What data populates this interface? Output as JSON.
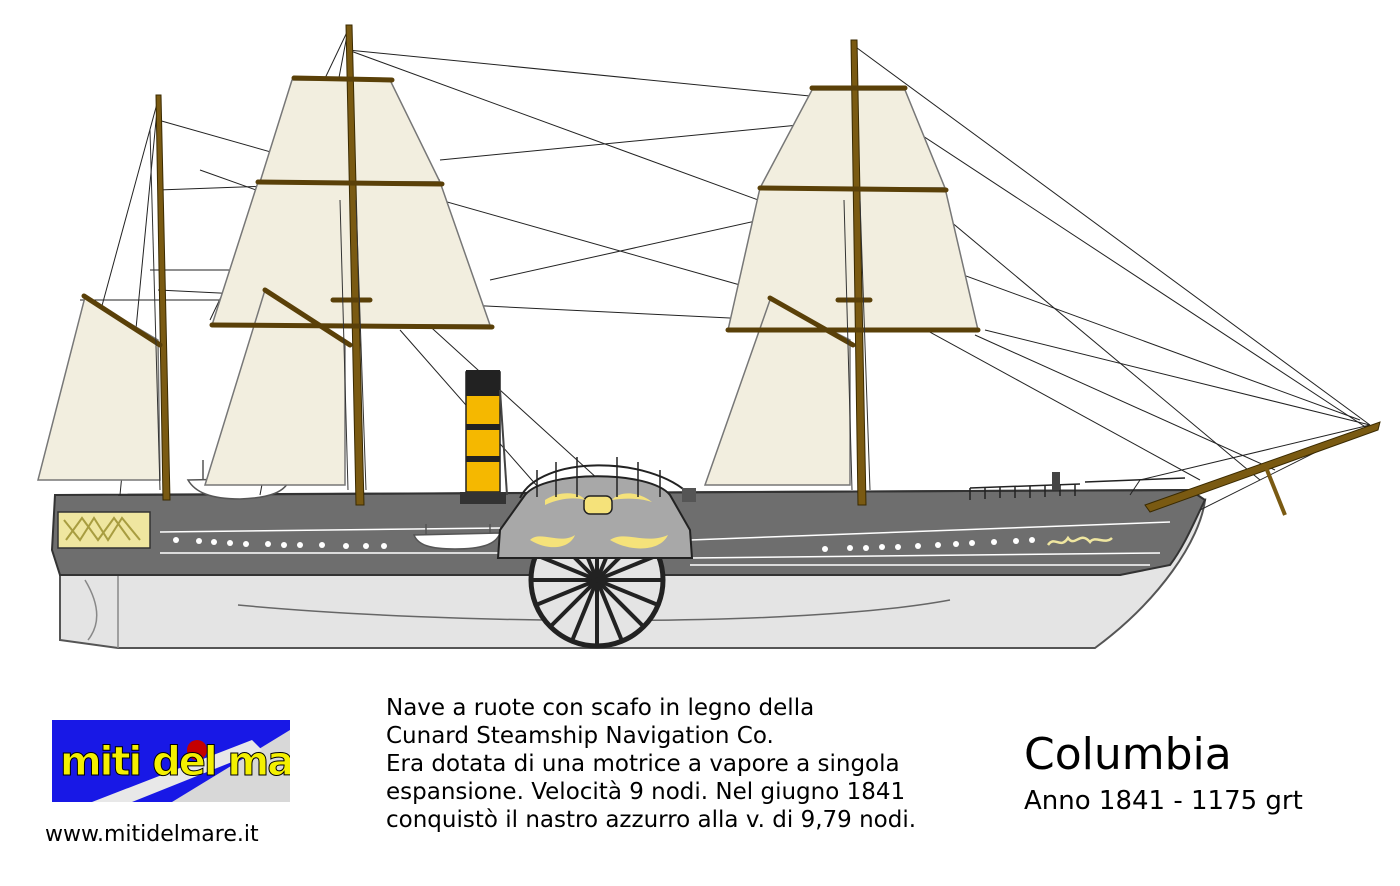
{
  "logo": {
    "text": "miti del mare",
    "background_color": "#1818e6",
    "text_color": "#f4f000"
  },
  "website": "www.mitidelmare.it",
  "description": {
    "lines": [
      "Nave a ruote con scafo in legno della",
      "Cunard Steamship Navigation Co.",
      "Era dotata di una motrice a vapore a singola",
      "espansione. Velocità 9 nodi. Nel giugno 1841",
      "conquistò il nastro azzurro alla v. di 9,79 nodi."
    ]
  },
  "ship": {
    "name": "Columbia",
    "meta": "Anno 1841 - 1175 grt"
  },
  "colors": {
    "hull_upper": "#6e6e6e",
    "hull_lower": "#e4e4e4",
    "sail": "#f2eedf",
    "mast": "#7a5a12",
    "funnel": "#f5b800",
    "ornament": "#efe6a0"
  }
}
